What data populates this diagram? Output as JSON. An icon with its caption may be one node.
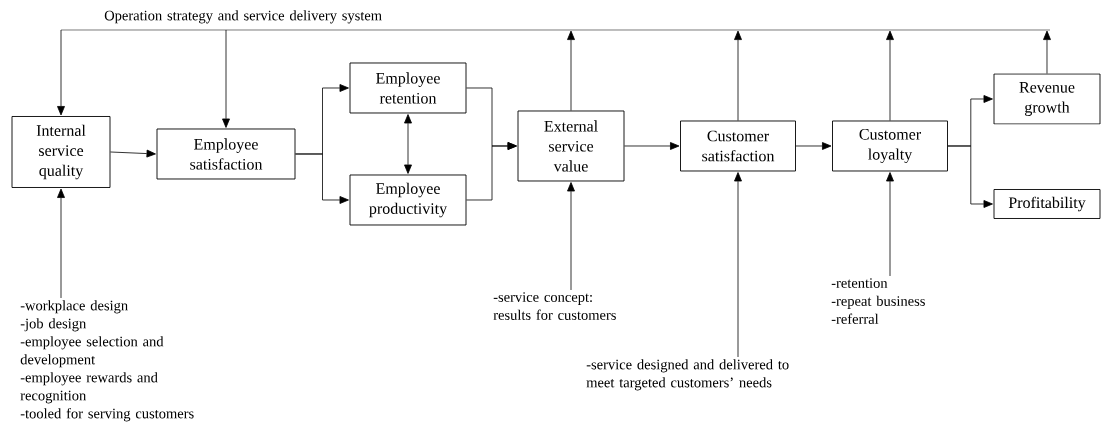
{
  "diagram": {
    "nodes": [
      {
        "text": [
          "Internal service quality"
        ]
      },
      {
        "text": [
          "Employee satisfaction"
        ]
      },
      {
        "text": [
          "Employee retention"
        ]
      },
      {
        "text": [
          "Employee productivity"
        ]
      },
      {
        "text": [
          "External service value"
        ]
      },
      {
        "text": [
          "Customer satisfaction"
        ]
      },
      {
        "text": [
          "Customer loyalty"
        ]
      },
      {
        "text": [
          "Revenue growth"
        ]
      },
      {
        "text": [
          "Profitability"
        ]
      },
      {
        "text": [
          "Operation strategy and service delivery system"
        ]
      },
      {
        "text": [
          "-workplace design",
          "-job design",
          "-employee selection and development",
          "-employee rewards and recognition",
          "-tooled for serving customers"
        ]
      },
      {
        "text": [
          "-service concept: results for customers"
        ]
      },
      {
        "text": [
          "-service designed and delivered to meet targeted customers’ needs"
        ]
      },
      {
        "text": [
          "-retention",
          "-repeat business",
          "-referral"
        ]
      }
    ],
    "edges": [
      {
        "from": 0,
        "to": 1,
        "arrow": "to"
      },
      {
        "from": 1,
        "to": 2,
        "arrow": "to"
      },
      {
        "from": 1,
        "to": 3,
        "arrow": "to"
      },
      {
        "from": 2,
        "to": 3,
        "arrow": "both"
      },
      {
        "from": 2,
        "to": 4,
        "arrow": "to"
      },
      {
        "from": 3,
        "to": 4,
        "arrow": "to"
      },
      {
        "from": 4,
        "to": 5,
        "arrow": "to"
      },
      {
        "from": 5,
        "to": 6,
        "arrow": "to"
      },
      {
        "from": 6,
        "to": 7,
        "arrow": "to"
      },
      {
        "from": 6,
        "to": 8,
        "arrow": "to"
      },
      {
        "from": 4,
        "to": 9,
        "arrow": "to"
      },
      {
        "from": 5,
        "to": 9,
        "arrow": "to"
      },
      {
        "from": 6,
        "to": 9,
        "arrow": "to"
      },
      {
        "from": 7,
        "to": 9,
        "arrow": "to"
      },
      {
        "from": 9,
        "to": 0,
        "arrow": "to"
      },
      {
        "from": 9,
        "to": 1,
        "arrow": "to"
      },
      {
        "from": 10,
        "to": 0,
        "arrow": "to"
      },
      {
        "from": 11,
        "to": 4,
        "arrow": "to"
      },
      {
        "from": 12,
        "to": 5,
        "arrow": "to"
      },
      {
        "from": 13,
        "to": 6,
        "arrow": "to"
      }
    ]
  }
}
